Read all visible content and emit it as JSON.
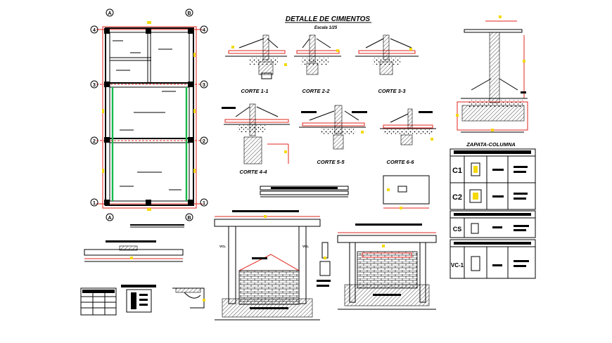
{
  "colors": {
    "line": "#000000",
    "dimension": "#e0261d",
    "marker": "#f5d90a",
    "column": "#19b84a"
  },
  "title": {
    "main": "DETALLE DE CIMIENTOS",
    "scale": "Escala 1/25"
  },
  "sections": [
    {
      "label": "CORTE 1-1"
    },
    {
      "label": "CORTE 2-2"
    },
    {
      "label": "CORTE 3-3"
    },
    {
      "label": "CORTE 4-4"
    },
    {
      "label": "CORTE 5-5"
    },
    {
      "label": "CORTE 6-6"
    }
  ],
  "grid_axes": [
    "4",
    "3",
    "2",
    "1"
  ],
  "grid_cols": [
    "A",
    "B"
  ],
  "zapata": {
    "title": "ZAPATA-COLUMNA",
    "rows": [
      {
        "code": "C1"
      },
      {
        "code": "C2"
      }
    ],
    "conf_code": "CS",
    "beam_code": "VC-1"
  },
  "walls": {
    "left_label": "VCL",
    "right_label": "VCL"
  }
}
